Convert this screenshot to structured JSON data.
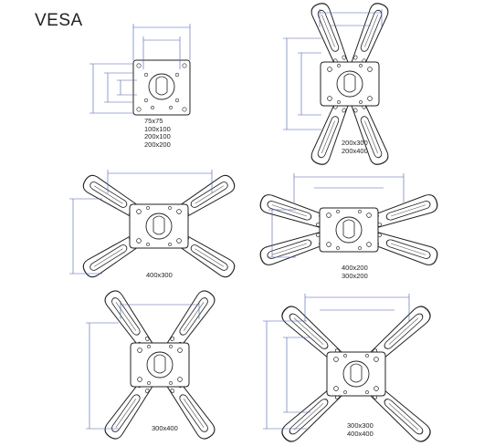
{
  "title": "VESA",
  "figures": [
    {
      "id": "fig-a",
      "lines": [
        "75x75",
        "100x100",
        "200x100",
        "200x200"
      ]
    },
    {
      "id": "fig-b",
      "lines": [
        "200x300",
        "200x400"
      ]
    },
    {
      "id": "fig-c",
      "lines": [
        "400x300"
      ]
    },
    {
      "id": "fig-d",
      "lines": [
        "400x200",
        "300x200"
      ]
    },
    {
      "id": "fig-e",
      "lines": [
        "300x400"
      ]
    },
    {
      "id": "fig-f",
      "lines": [
        "300x300",
        "400x400"
      ]
    }
  ],
  "colors": {
    "dimension_line": "#4a5fb0",
    "outline": "#222222"
  }
}
